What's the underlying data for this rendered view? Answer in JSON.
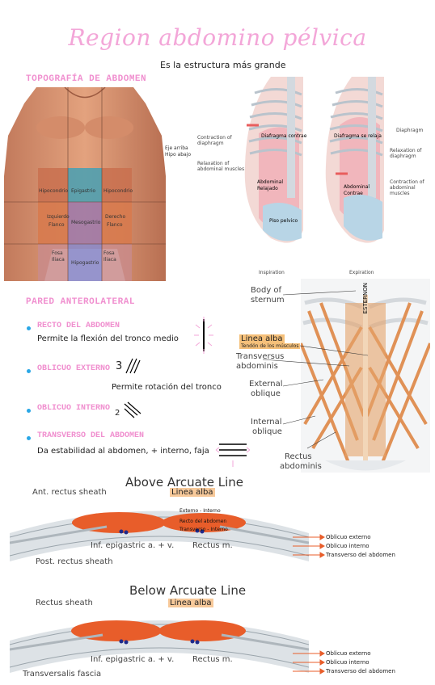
{
  "title": "Region abdomino pélvica",
  "subtitle": "Es la estructura más grande",
  "topografia": {
    "heading": "TOPOGRAFÍA DE ABDOMEN",
    "regions": {
      "hipocondrio_der": "Hipocondrio",
      "epigastrio": "Epigastrio",
      "hipocondrio_izq": "Hipocondrio",
      "izquierdo": "Izquierdo",
      "flanco_izq": "Flanco",
      "mesogastrio": "Mesogastrio",
      "derecho": "Derecho",
      "flanco_der": "Flanco",
      "fosa_iliaca_izq_1": "Fosa",
      "fosa_iliaca_izq_2": "Iliaca",
      "hipogastrio": "Hipogastrio",
      "fosa_iliaca_der_1": "Fosa",
      "fosa_iliaca_der_2": "Iliaca"
    }
  },
  "respiration": {
    "left_note_1": "Eje arriba",
    "left_note_2": "Hipo abajo",
    "contraction_diaphragm": "Contraction of diaphragm",
    "relaxation_abdominal": "Relaxation of abdominal muscles",
    "diafragma_contrae": "Diafragma contrae",
    "abdominal_relajado_1": "Abdominal",
    "abdominal_relajado_2": "Relajado",
    "piso_pelvico": "Piso pelvico",
    "inspiration": "Inspiration",
    "diafragma_relaja": "Diafragma se relaja",
    "abdominal_contrae_1": "Abdominal",
    "abdominal_contrae_2": "Contrae",
    "diaphragm": "Diaphragm",
    "relaxation_diaphragm": "Relaxation of diaphragm",
    "contraction_abdominal": "Contraction of abdominal muscles",
    "expiration": "Expiration"
  },
  "pared": {
    "heading": "PARED ANTEROLATERAL",
    "recto": {
      "name": "RECTO DEL ABDOMEN",
      "desc": "Permite la flexión del tronco medio"
    },
    "oblicuo_externo": {
      "name": "OBLICUO EXTERNO",
      "mark": "3",
      "desc": "Permite rotación del tronco"
    },
    "oblicuo_interno": {
      "name": "OBLICUO INTERNO",
      "mark": "2"
    },
    "transverso": {
      "name": "TRANSVERSO DEL ABDOMEN",
      "desc": "Da estabilidad al abdomen, + interno, faja"
    }
  },
  "wall_figure": {
    "body_sternum_1": "Body of",
    "body_sternum_2": "sternum",
    "esternon": "ESTERNON",
    "linea_alba": "Linea alba",
    "tendon": "Tendón de los músculos",
    "transversus_1": "Transversus",
    "transversus_2": "abdominis",
    "external_1": "External",
    "external_2": "oblique",
    "internal_1": "Internal",
    "internal_2": "oblique",
    "rectus_1": "Rectus",
    "rectus_2": "abdominis"
  },
  "above": {
    "title": "Above Arcuate Line",
    "ant_sheath": "Ant. rectus sheath",
    "linea_alba": "Linea alba",
    "externo_interno": "Externo - Interno",
    "recto_abdomen": "Recto del abdomen",
    "transverso_interno": "Transverso - Interno",
    "epigastric": "Inf. epigastric a. + v.",
    "rectus_m": "Rectus m.",
    "post_sheath": "Post. rectus sheath",
    "legend": [
      "Oblicuo externo",
      "Oblicuo interno",
      "Transverso del abdomen"
    ]
  },
  "below": {
    "title": "Below Arcuate Line",
    "rectus_sheath": "Rectus sheath",
    "linea_alba": "Linea alba",
    "epigastric": "Inf. epigastric a. + v.",
    "rectus_m": "Rectus m.",
    "transversalis": "Transversalis fascia",
    "legend": [
      "Oblicuo externo",
      "Oblicuo interno",
      "Transverso del abdomen"
    ]
  },
  "colors": {
    "pink": "#f08fcf",
    "blue_dot": "#2aa7e6",
    "muscle_orange": "#e85d2a",
    "sheath_gray": "#cfd4d8"
  }
}
